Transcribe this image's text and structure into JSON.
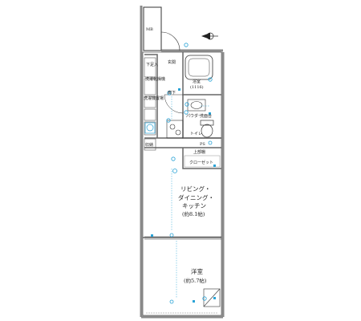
{
  "labels": {
    "mb": "MB",
    "entrance": "玄関",
    "shoe_box": "下足入",
    "laundry_dryer": "洗濯乾燥機",
    "washing_machine_space": "洗濯機置場",
    "hallway": "廊下",
    "bath": "浴室",
    "bath_size": "(1116)",
    "powder_room": "パウダー",
    "toilet": "トイレ",
    "wash_basin": "洗面台",
    "storage": "収納",
    "ps": "PS",
    "closet_top": "上部棚",
    "closet": "クローゼット",
    "ldk_line1": "リビング・",
    "ldk_line2": "ダイニング・",
    "ldk_line3": "キッチン",
    "ldk_size": "(約8.1帖)",
    "western_room": "洋室",
    "western_room_size": "(約5.7帖)"
  },
  "icons": {
    "north_arrow": "north-arrow-icon",
    "outlet": "outlet-icon",
    "light": "ceiling-light-icon"
  },
  "colors": {
    "wall": "#8a8a8a",
    "line": "#333333",
    "equipment": "#2aa3d6",
    "accent": "#ffffff"
  }
}
